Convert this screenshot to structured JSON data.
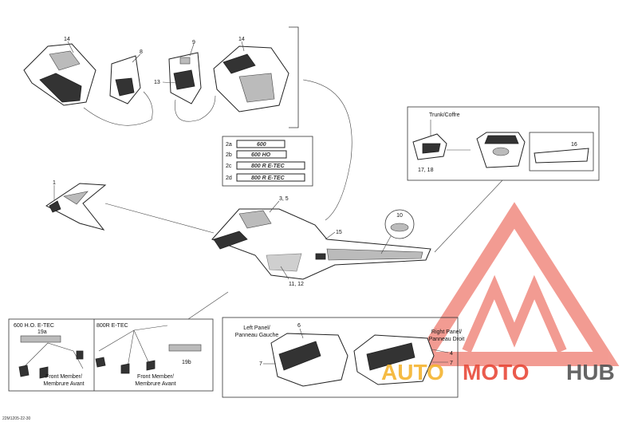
{
  "callouts": {
    "c14a": "14",
    "c8": "8",
    "c9": "9",
    "c14b": "14",
    "c13": "13",
    "c1": "1",
    "c2a": "2a",
    "c2b": "2b",
    "c2c": "2c",
    "c2d": "2d",
    "c3_5": "3, 5",
    "c15": "15",
    "c10": "10",
    "c11_12": "11, 12",
    "c17_18": "17, 18",
    "c16": "16",
    "c19a": "19a",
    "c19b": "19b",
    "c6": "6",
    "c7a": "7",
    "c4": "4",
    "c7b": "7"
  },
  "captions": {
    "trunk_line1": "Trunk/Coffre",
    "ho_title": "600 H.O. E-TEC",
    "r_title": "800R E-TEC",
    "front_member_a1": "Front Member/",
    "front_member_a2": "Membrure Avant",
    "front_member_b1": "Front Member/",
    "front_member_b2": "Membrure Avant",
    "left_panel1": "Left Panel/",
    "left_panel2": "Panneau Gauche",
    "right_panel1": "Right Panel/",
    "right_panel2": "Panneau Droit"
  },
  "decals": {
    "d2a": "600",
    "d2b": "600 HO",
    "d2c": "800 R E-TEC",
    "d2d": "800 R E-TEC"
  },
  "watermark": {
    "brand1": "AUTO",
    "brand2": "MOTO",
    "brand3": "HUB",
    "color": "#e84a3a",
    "accent": "#f5b430"
  },
  "footer": {
    "code": "22M1205-22-30"
  }
}
